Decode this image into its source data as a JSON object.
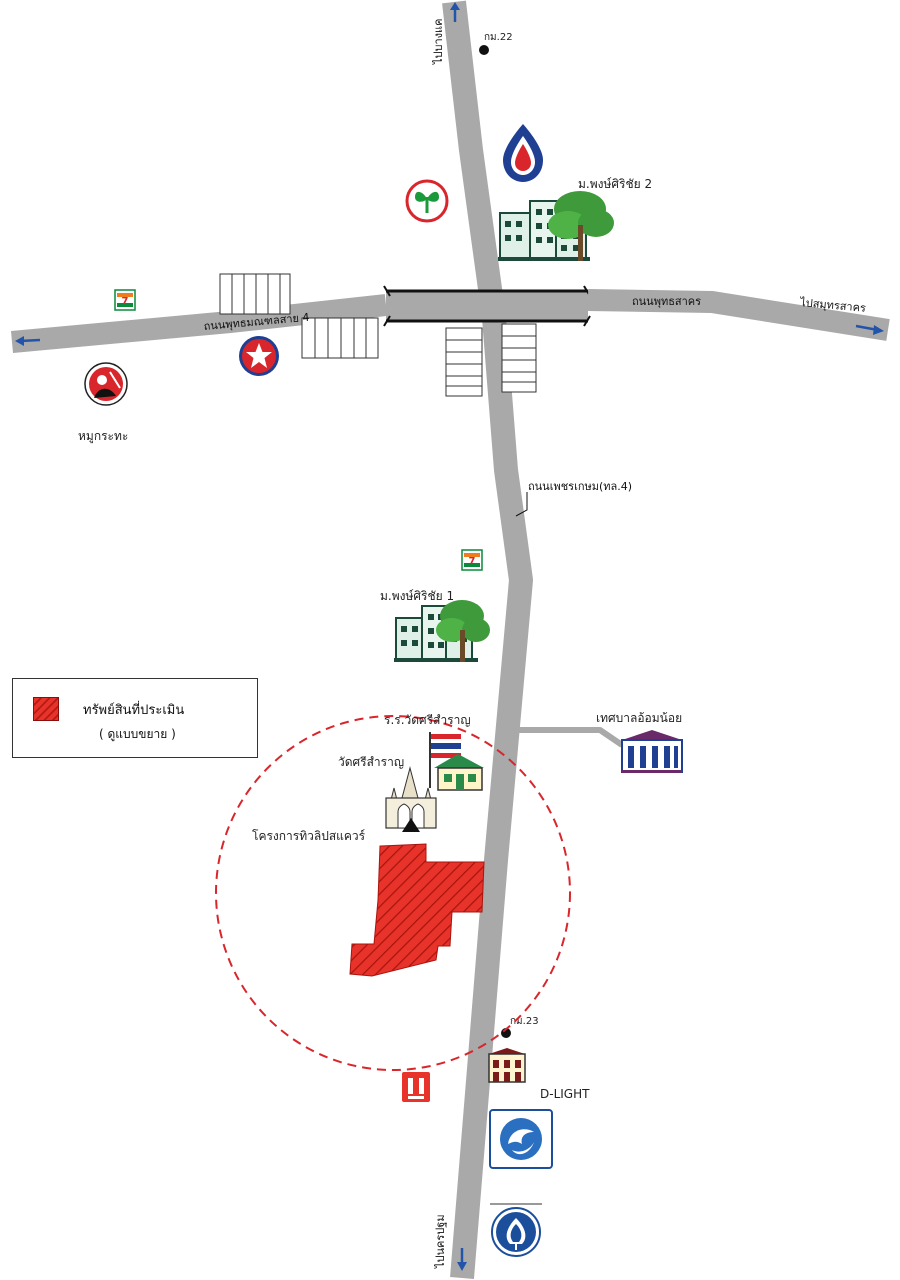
{
  "roads": {
    "top_direction": "ไปบางแค",
    "bottom_direction": "ไปนครปฐม",
    "left_road": "ถนนพุทธมณฑลสาย 4",
    "right_road": "ถนนพุทธสาคร",
    "right_direction": "ไปสมุทรสาคร",
    "main_road": "ถนนเพชรเกษม(ทล.4)"
  },
  "markers": {
    "km22": "กม.22",
    "km23": "กม.23"
  },
  "places": {
    "village2": "ม.พงษ์ศิริชัย 2",
    "village1": "ม.พงษ์ศิริชัย 1",
    "mookrata": "หมูกระทะ",
    "school": "ร.ร.วัดศรีสำราญ",
    "temple": "วัดศรีสำราญ",
    "project": "โครงการทิวลิปสแควร์",
    "municipality": "เทศบาลอ้อมน้อย",
    "dlight": "D-LIGHT"
  },
  "legend": {
    "asset_label": "ทรัพย์สินที่ประเมิน",
    "asset_note": "( ดูแบบขยาย )"
  },
  "colors": {
    "road": "#a9a9a9",
    "asset": "#e8332a",
    "seven_eleven_green": "#0a8a3a",
    "seven_eleven_orange": "#f07d1a",
    "kbank_green": "#1a9a3a",
    "ptt_blue": "#1f3f93",
    "caltex_red": "#d9262c",
    "bank_blue": "#1b4f9c"
  },
  "icons": [
    "seven-eleven-icon",
    "kasikorn-bank-icon",
    "ptt-station-icon",
    "caltex-station-icon",
    "restaurant-icon",
    "village-building-icon",
    "tree-icon",
    "school-flag-icon",
    "temple-icon",
    "municipality-building-icon",
    "shophouse-icon",
    "krungthai-bank-icon",
    "scb-bank-icon",
    "makro-icon",
    "km-marker-icon"
  ]
}
